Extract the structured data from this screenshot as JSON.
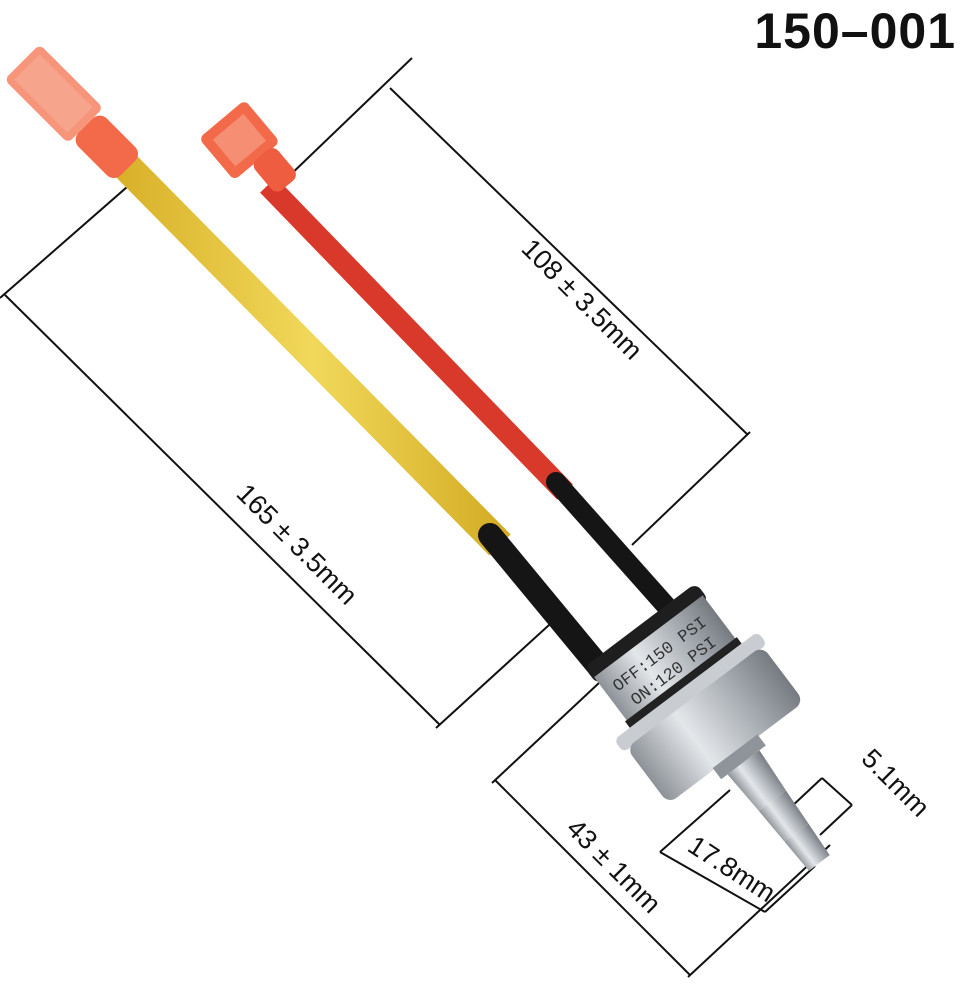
{
  "part_number": "150–001",
  "dimensions": {
    "red_wire": "108 ± 3.5mm",
    "yellow_wire": "165 ± 3.5mm",
    "switch_length": "43 ± 1mm",
    "barb_length": "17.8mm",
    "barb_diameter": "5.1mm"
  },
  "switch_label": {
    "off": "OFF:150 PSI",
    "on": "ON:120 PSI"
  },
  "colors": {
    "yellow_wire": "#e8c534",
    "red_wire": "#d8392a",
    "connector": "#f26a4a",
    "sleeve": "#151515",
    "metal": "#b8bcc2"
  }
}
